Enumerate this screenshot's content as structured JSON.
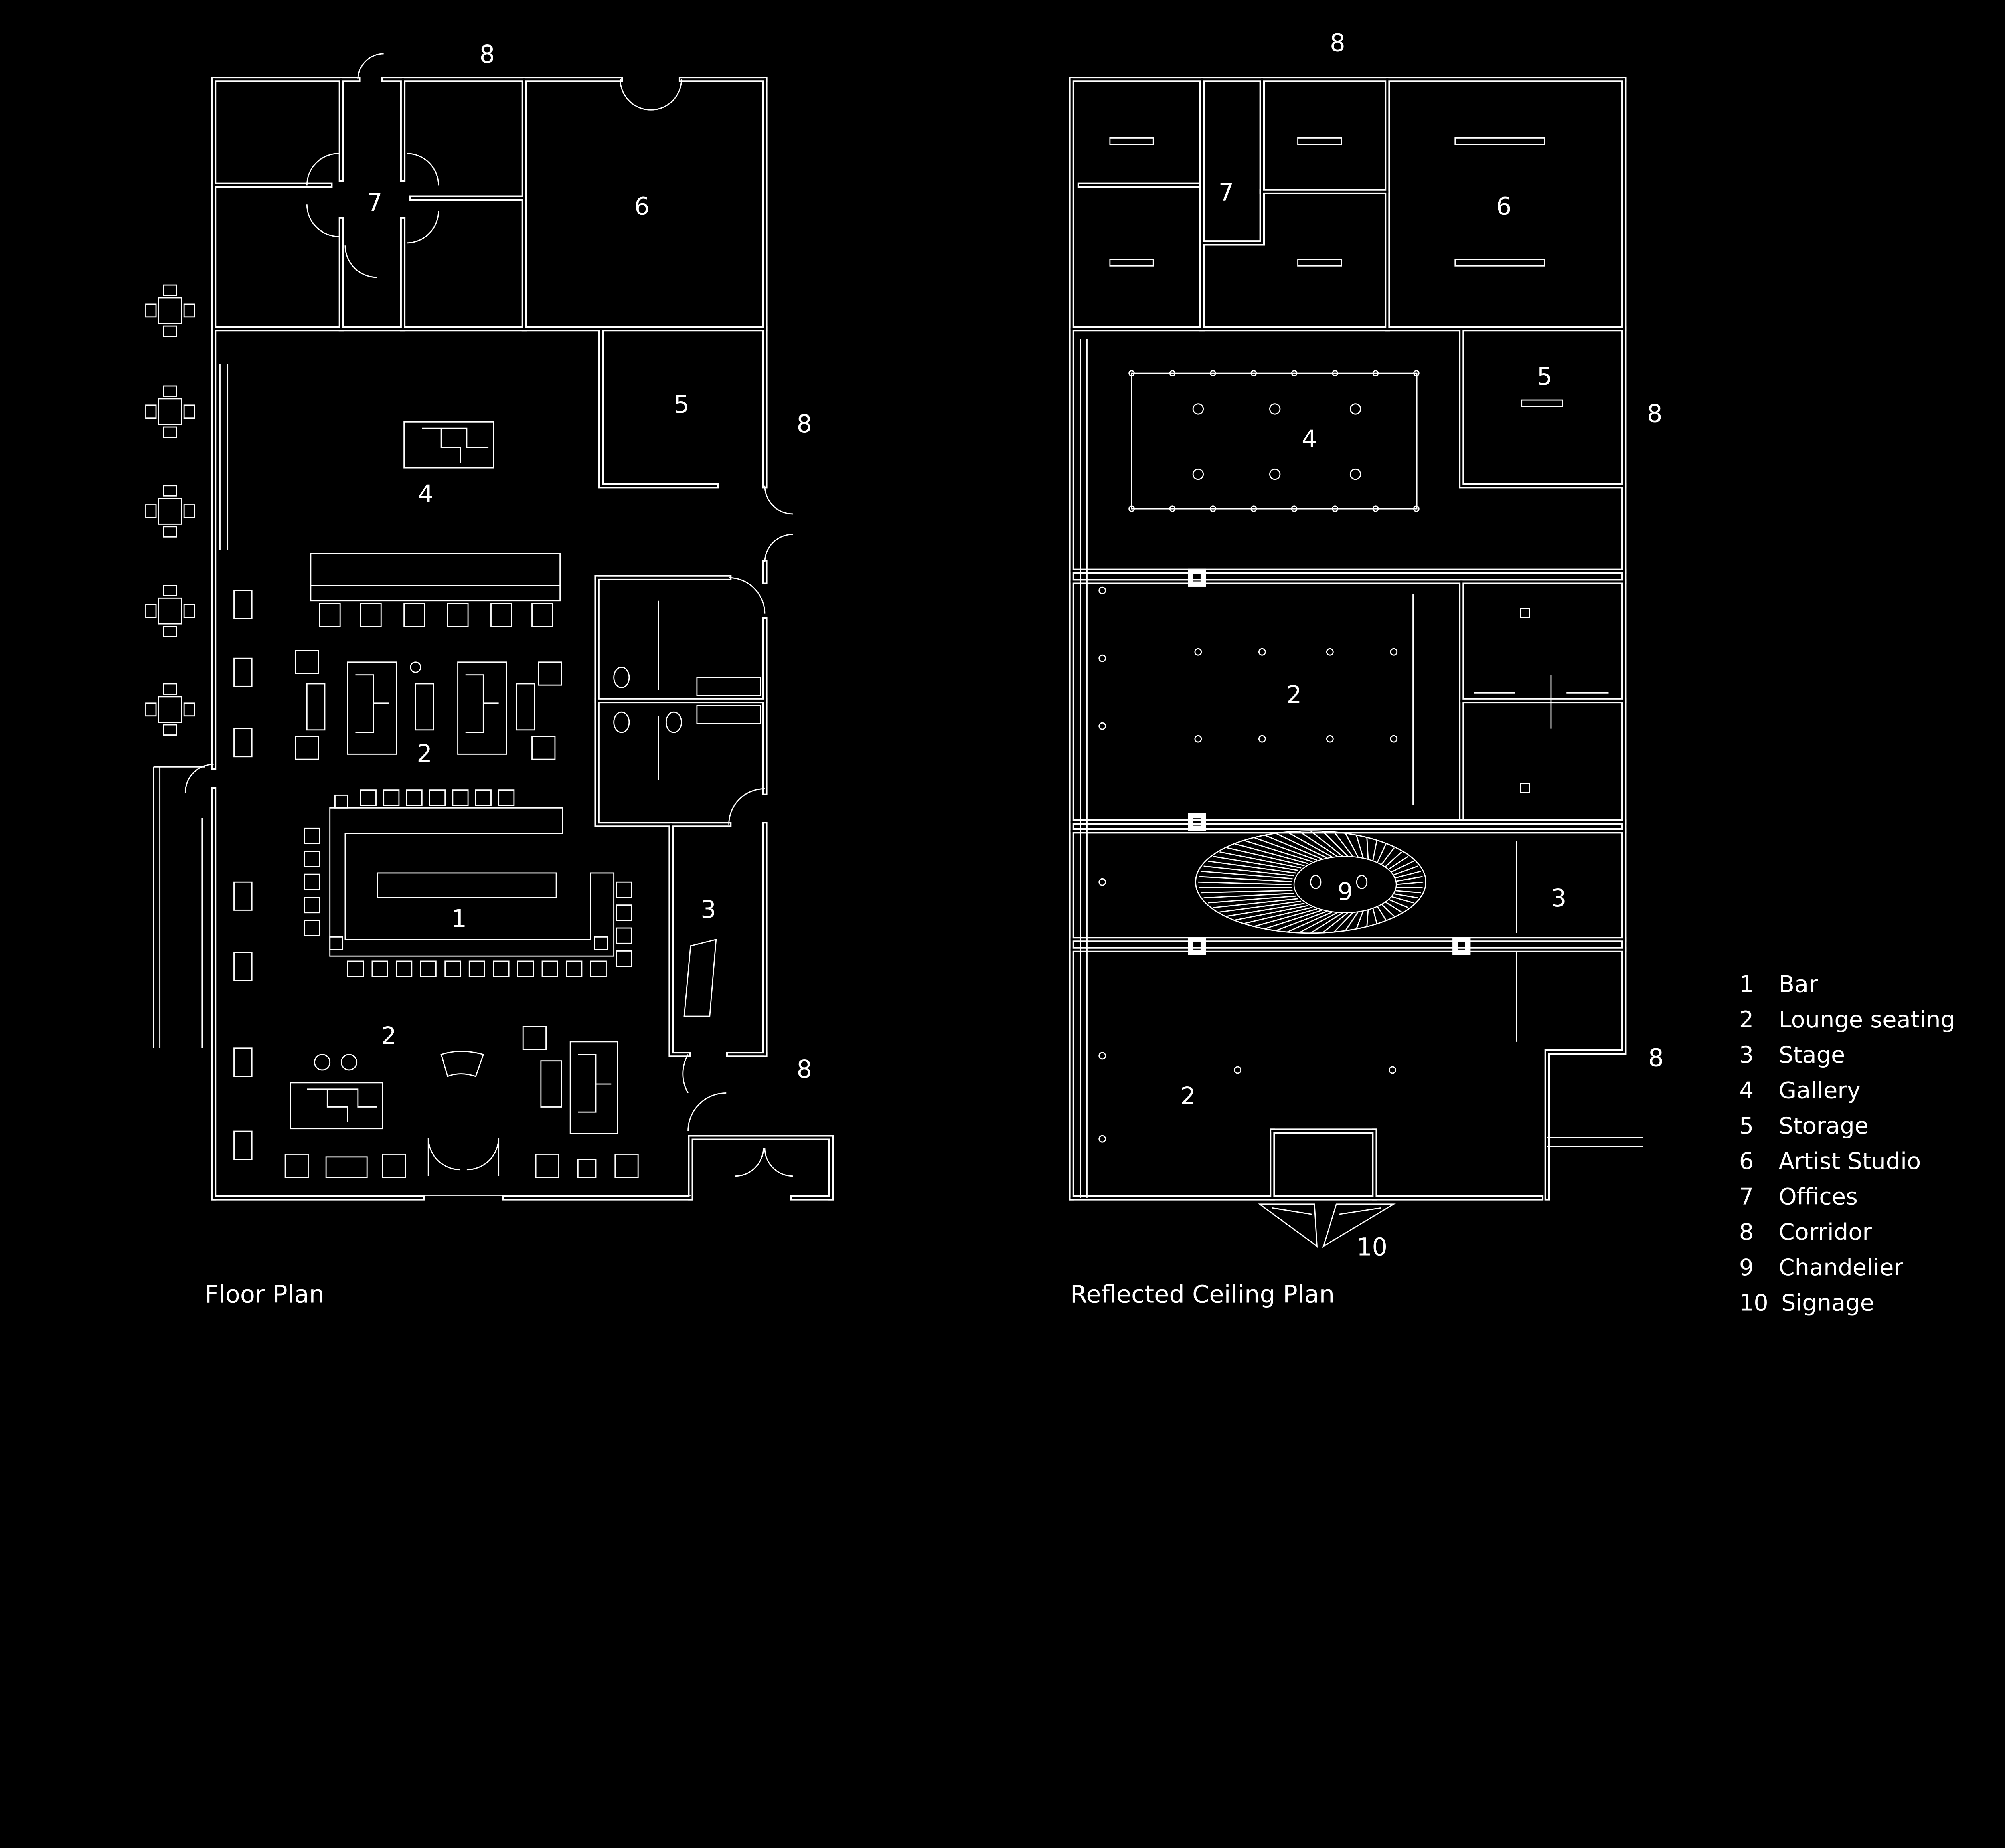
{
  "floor_plan": {
    "title": "Floor Plan",
    "labels": [
      "8",
      "7",
      "6",
      "5",
      "8",
      "4",
      "2",
      "1",
      "3",
      "2",
      "8"
    ]
  },
  "reflected_ceiling_plan": {
    "title": "Reflected Ceiling Plan",
    "labels": [
      "8",
      "7",
      "6",
      "5",
      "8",
      "4",
      "2",
      "9",
      "3",
      "8",
      "2",
      "10"
    ]
  },
  "legend": {
    "items": [
      {
        "num": "1",
        "name": "Bar"
      },
      {
        "num": "2",
        "name": "Lounge seating"
      },
      {
        "num": "3",
        "name": "Stage"
      },
      {
        "num": "4",
        "name": "Gallery"
      },
      {
        "num": "5",
        "name": "Storage"
      },
      {
        "num": "6",
        "name": "Artist Studio"
      },
      {
        "num": "7",
        "name": "Offices"
      },
      {
        "num": "8",
        "name": "Corridor"
      },
      {
        "num": "9",
        "name": "Chandelier"
      },
      {
        "num": "10",
        "name": "Signage"
      }
    ]
  },
  "colors": {
    "background": "#000000",
    "linework": "#ffffff"
  }
}
